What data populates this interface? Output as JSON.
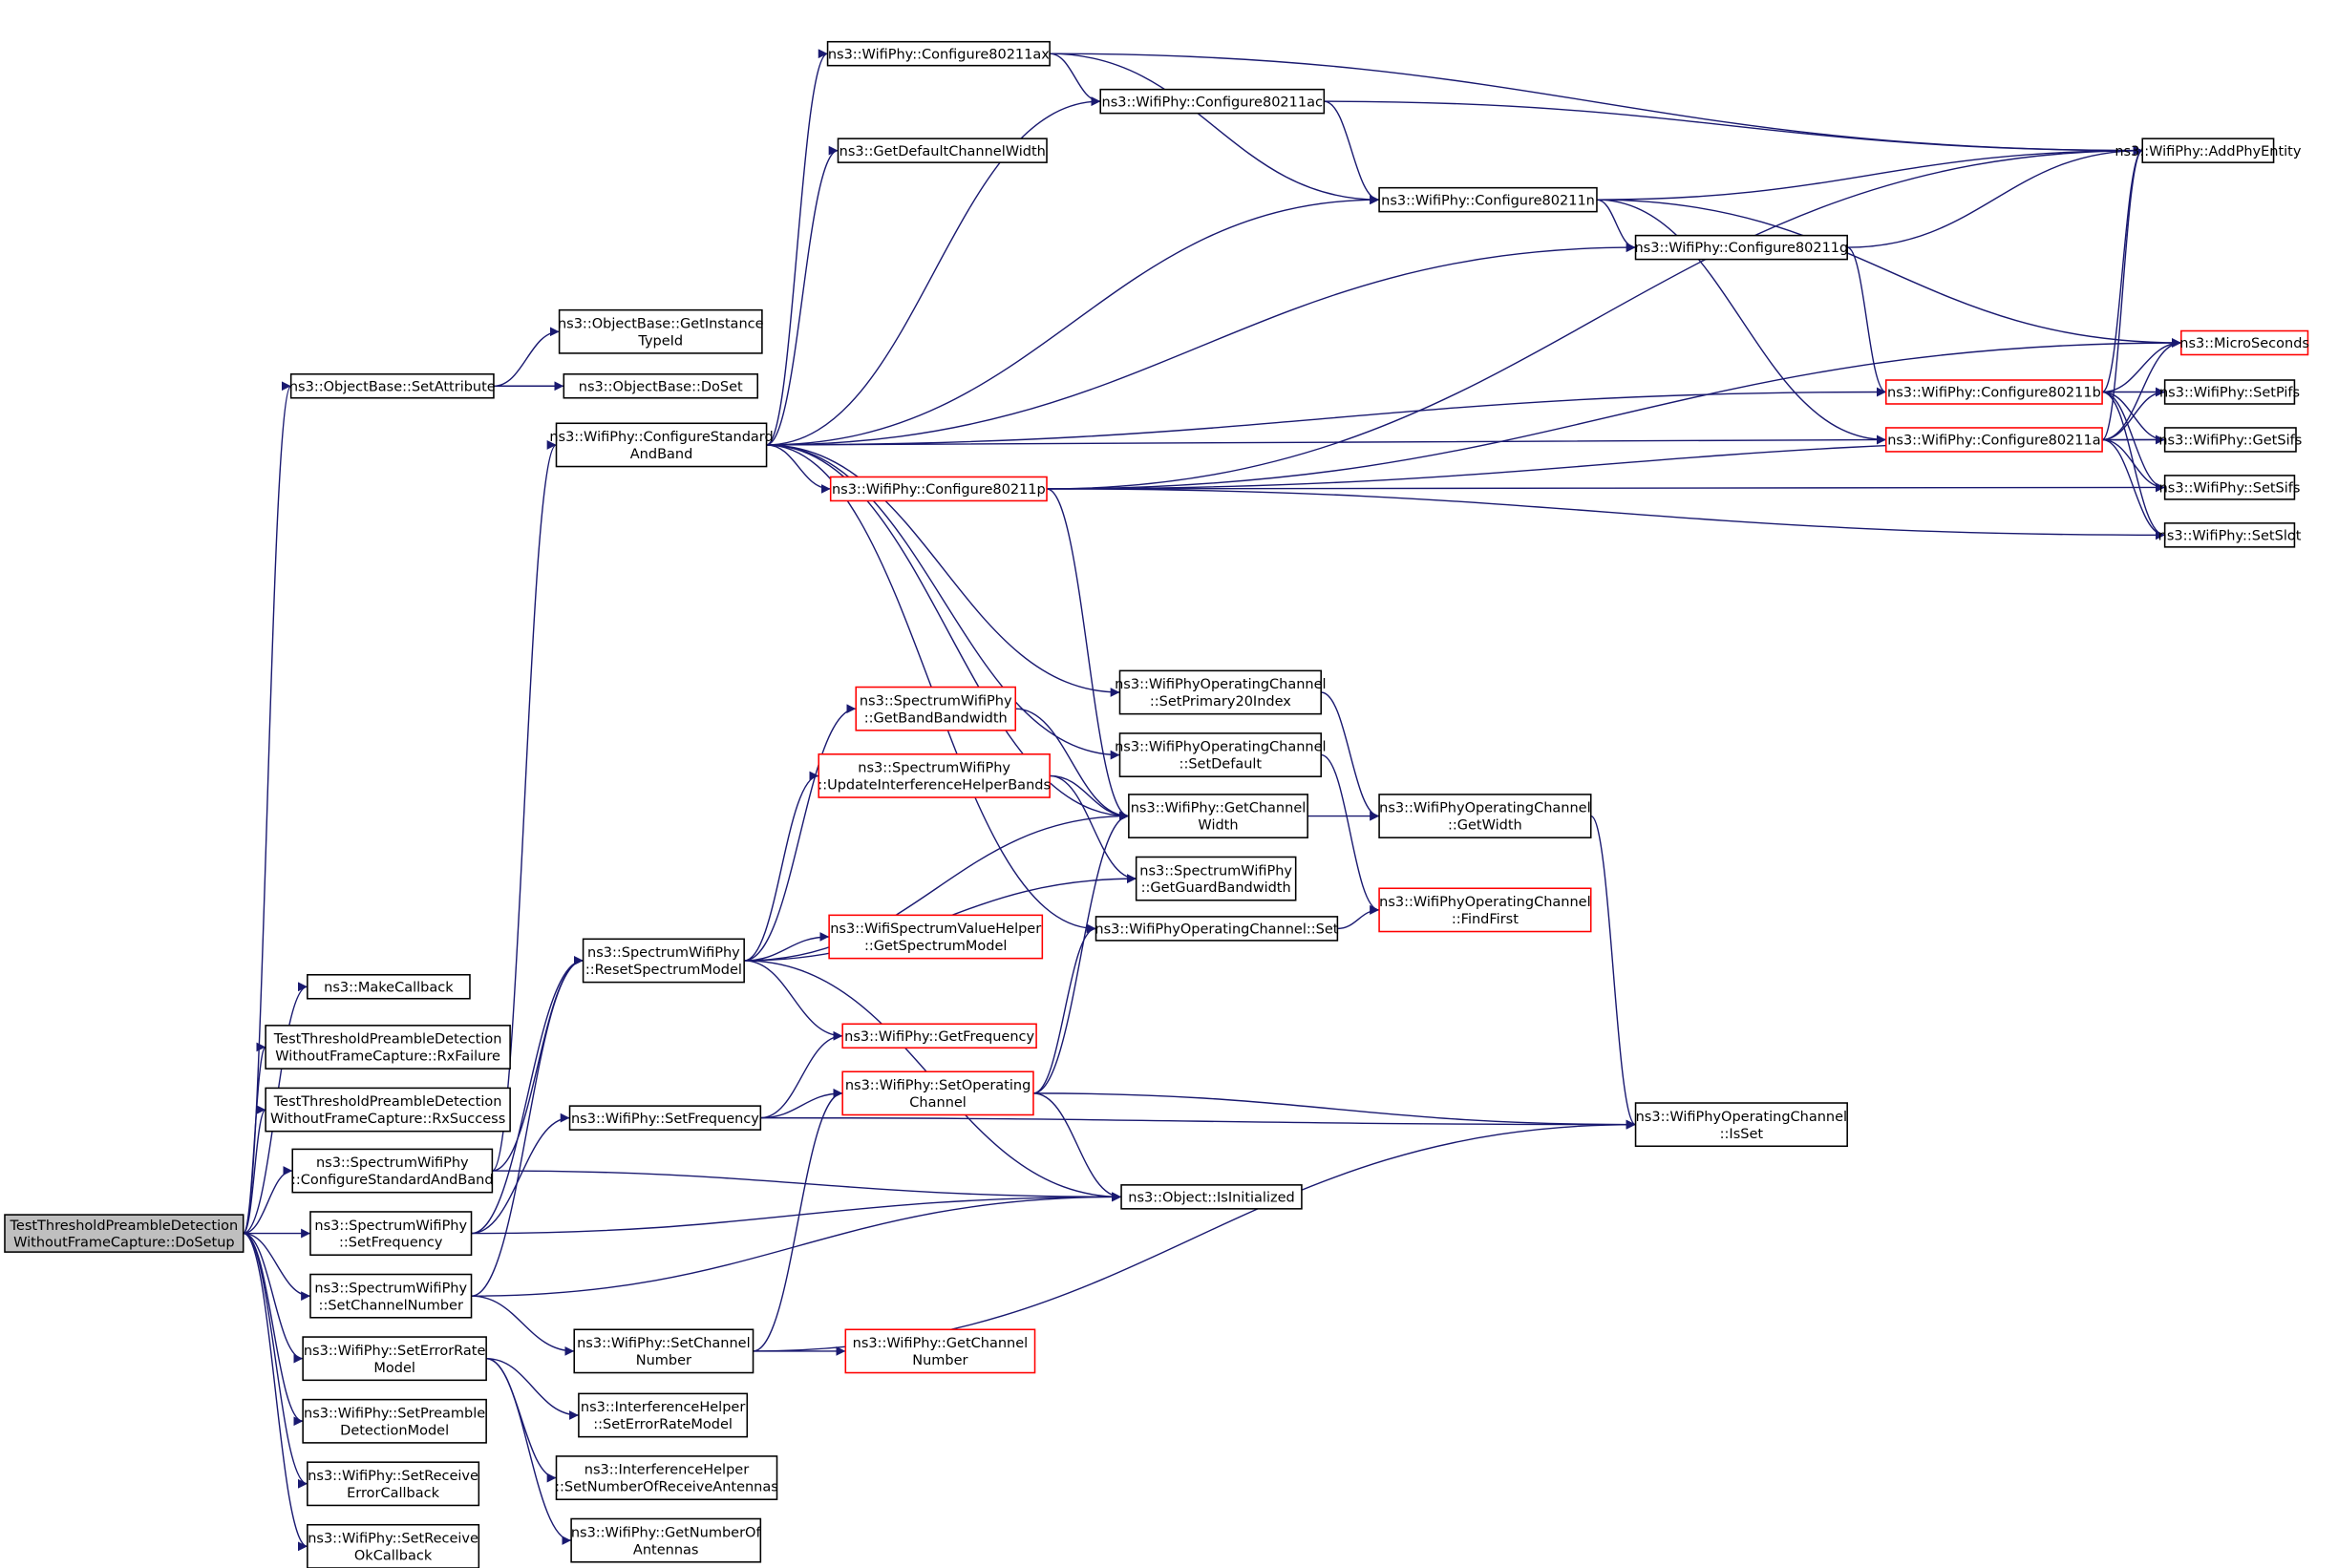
{
  "graph": {
    "edge_color": "#191970",
    "root_fill": "#bfbfbf",
    "red_border_color": "#ff0000",
    "nodes": {
      "dosetup": {
        "lines": [
          "TestThresholdPreambleDetection",
          "WithoutFrameCapture::DoSetup"
        ],
        "style": "root"
      },
      "setattribute": {
        "lines": [
          "ns3::ObjectBase::SetAttribute"
        ]
      },
      "getinstancetypeid": {
        "lines": [
          "ns3::ObjectBase::GetInstance",
          "TypeId"
        ]
      },
      "doset": {
        "lines": [
          "ns3::ObjectBase::DoSet"
        ]
      },
      "wp_configstdband": {
        "lines": [
          "ns3::WifiPhy::ConfigureStandard",
          "AndBand"
        ]
      },
      "cfg_ax": {
        "lines": [
          "ns3::WifiPhy::Configure80211ax"
        ]
      },
      "cfg_ac": {
        "lines": [
          "ns3::WifiPhy::Configure80211ac"
        ]
      },
      "getdefaultchannelwidth": {
        "lines": [
          "ns3::GetDefaultChannelWidth"
        ]
      },
      "cfg_n": {
        "lines": [
          "ns3::WifiPhy::Configure80211n"
        ]
      },
      "cfg_g": {
        "lines": [
          "ns3::WifiPhy::Configure80211g"
        ]
      },
      "addphyentity": {
        "lines": [
          "ns3::WifiPhy::AddPhyEntity"
        ]
      },
      "microseconds": {
        "lines": [
          "ns3::MicroSeconds"
        ],
        "style": "red"
      },
      "cfg_b": {
        "lines": [
          "ns3::WifiPhy::Configure80211b"
        ],
        "style": "red"
      },
      "setpifs": {
        "lines": [
          "ns3::WifiPhy::SetPifs"
        ]
      },
      "cfg_a": {
        "lines": [
          "ns3::WifiPhy::Configure80211a"
        ],
        "style": "red"
      },
      "getsifs": {
        "lines": [
          "ns3::WifiPhy::GetSifs"
        ]
      },
      "setsifs": {
        "lines": [
          "ns3::WifiPhy::SetSifs"
        ]
      },
      "setslot": {
        "lines": [
          "ns3::WifiPhy::SetSlot"
        ]
      },
      "cfg_p": {
        "lines": [
          "ns3::WifiPhy::Configure80211p"
        ],
        "style": "red"
      },
      "setprimary20": {
        "lines": [
          "ns3::WifiPhyOperatingChannel",
          "::SetPrimary20Index"
        ]
      },
      "setdefault": {
        "lines": [
          "ns3::WifiPhyOperatingChannel",
          "::SetDefault"
        ]
      },
      "getbandbandwidth": {
        "lines": [
          "ns3::SpectrumWifiPhy",
          "::GetBandBandwidth"
        ],
        "style": "red"
      },
      "updateihbands": {
        "lines": [
          "ns3::SpectrumWifiPhy",
          "::UpdateInterferenceHelperBands"
        ],
        "style": "red"
      },
      "getchannelwidth": {
        "lines": [
          "ns3::WifiPhy::GetChannel",
          "Width"
        ]
      },
      "opch_getwidth": {
        "lines": [
          "ns3::WifiPhyOperatingChannel",
          "::GetWidth"
        ]
      },
      "getguardbandwidth": {
        "lines": [
          "ns3::SpectrumWifiPhy",
          "::GetGuardBandwidth"
        ]
      },
      "findfirst": {
        "lines": [
          "ns3::WifiPhyOperatingChannel",
          "::FindFirst"
        ],
        "style": "red"
      },
      "opch_set": {
        "lines": [
          "ns3::WifiPhyOperatingChannel::Set"
        ]
      },
      "getspectrummodel": {
        "lines": [
          "ns3::WifiSpectrumValueHelper",
          "::GetSpectrumModel"
        ],
        "style": "red"
      },
      "resetspectrummodel": {
        "lines": [
          "ns3::SpectrumWifiPhy",
          "::ResetSpectrumModel"
        ]
      },
      "getfrequency": {
        "lines": [
          "ns3::WifiPhy::GetFrequency"
        ],
        "style": "red"
      },
      "setoperatingchannel": {
        "lines": [
          "ns3::WifiPhy::SetOperating",
          "Channel"
        ],
        "style": "red"
      },
      "wp_setfrequency": {
        "lines": [
          "ns3::WifiPhy::SetFrequency"
        ]
      },
      "opch_isset": {
        "lines": [
          "ns3::WifiPhyOperatingChannel",
          "::IsSet"
        ]
      },
      "makecallback": {
        "lines": [
          "ns3::MakeCallback"
        ]
      },
      "rxfailure": {
        "lines": [
          "TestThresholdPreambleDetection",
          "WithoutFrameCapture::RxFailure"
        ]
      },
      "rxsuccess": {
        "lines": [
          "TestThresholdPreambleDetection",
          "WithoutFrameCapture::RxSuccess"
        ]
      },
      "swp_configstdband": {
        "lines": [
          "ns3::SpectrumWifiPhy",
          "::ConfigureStandardAndBand"
        ]
      },
      "isinitialized": {
        "lines": [
          "ns3::Object::IsInitialized"
        ]
      },
      "swp_setfrequency": {
        "lines": [
          "ns3::SpectrumWifiPhy",
          "::SetFrequency"
        ]
      },
      "swp_setchannelnumber": {
        "lines": [
          "ns3::SpectrumWifiPhy",
          "::SetChannelNumber"
        ]
      },
      "wp_setchannelnumber": {
        "lines": [
          "ns3::WifiPhy::SetChannel",
          "Number"
        ]
      },
      "getchannelnumber": {
        "lines": [
          "ns3::WifiPhy::GetChannel",
          "Number"
        ],
        "style": "red"
      },
      "seterrorratemodel": {
        "lines": [
          "ns3::WifiPhy::SetErrorRate",
          "Model"
        ]
      },
      "setpreambledetection": {
        "lines": [
          "ns3::WifiPhy::SetPreamble",
          "DetectionModel"
        ]
      },
      "ih_seterrorratemodel": {
        "lines": [
          "ns3::InterferenceHelper",
          "::SetErrorRateModel"
        ]
      },
      "ih_setnumrxantennas": {
        "lines": [
          "ns3::InterferenceHelper",
          "::SetNumberOfReceiveAntennas"
        ]
      },
      "setreceiveerrorcb": {
        "lines": [
          "ns3::WifiPhy::SetReceive",
          "ErrorCallback"
        ]
      },
      "getnumberofantennas": {
        "lines": [
          "ns3::WifiPhy::GetNumberOf",
          "Antennas"
        ]
      },
      "setreceiveokcb": {
        "lines": [
          "ns3::WifiPhy::SetReceive",
          "OkCallback"
        ]
      }
    },
    "edges": [
      [
        "dosetup",
        "setattribute"
      ],
      [
        "dosetup",
        "makecallback"
      ],
      [
        "dosetup",
        "rxfailure"
      ],
      [
        "dosetup",
        "rxsuccess"
      ],
      [
        "dosetup",
        "swp_configstdband"
      ],
      [
        "dosetup",
        "swp_setfrequency"
      ],
      [
        "dosetup",
        "swp_setchannelnumber"
      ],
      [
        "dosetup",
        "seterrorratemodel"
      ],
      [
        "dosetup",
        "setpreambledetection"
      ],
      [
        "dosetup",
        "setreceiveerrorcb"
      ],
      [
        "dosetup",
        "setreceiveokcb"
      ],
      [
        "setattribute",
        "getinstancetypeid"
      ],
      [
        "setattribute",
        "doset"
      ],
      [
        "wp_configstdband",
        "cfg_ax"
      ],
      [
        "wp_configstdband",
        "cfg_ac"
      ],
      [
        "wp_configstdband",
        "getdefaultchannelwidth"
      ],
      [
        "wp_configstdband",
        "cfg_n"
      ],
      [
        "wp_configstdband",
        "cfg_g"
      ],
      [
        "wp_configstdband",
        "cfg_b"
      ],
      [
        "wp_configstdband",
        "cfg_a"
      ],
      [
        "wp_configstdband",
        "cfg_p"
      ],
      [
        "wp_configstdband",
        "setprimary20"
      ],
      [
        "wp_configstdband",
        "setdefault"
      ],
      [
        "wp_configstdband",
        "getchannelwidth"
      ],
      [
        "wp_configstdband",
        "opch_set"
      ],
      [
        "cfg_ax",
        "cfg_ac"
      ],
      [
        "cfg_ax",
        "cfg_n"
      ],
      [
        "cfg_ax",
        "addphyentity"
      ],
      [
        "cfg_ac",
        "cfg_n"
      ],
      [
        "cfg_ac",
        "addphyentity"
      ],
      [
        "cfg_n",
        "cfg_g"
      ],
      [
        "cfg_n",
        "addphyentity"
      ],
      [
        "cfg_n",
        "microseconds"
      ],
      [
        "cfg_n",
        "cfg_a"
      ],
      [
        "cfg_g",
        "cfg_b"
      ],
      [
        "cfg_g",
        "addphyentity"
      ],
      [
        "cfg_b",
        "addphyentity"
      ],
      [
        "cfg_b",
        "microseconds"
      ],
      [
        "cfg_b",
        "setpifs"
      ],
      [
        "cfg_b",
        "getsifs"
      ],
      [
        "cfg_b",
        "setsifs"
      ],
      [
        "cfg_b",
        "setslot"
      ],
      [
        "cfg_a",
        "addphyentity"
      ],
      [
        "cfg_a",
        "microseconds"
      ],
      [
        "cfg_a",
        "setpifs"
      ],
      [
        "cfg_a",
        "getsifs"
      ],
      [
        "cfg_a",
        "setsifs"
      ],
      [
        "cfg_a",
        "setslot"
      ],
      [
        "cfg_p",
        "addphyentity"
      ],
      [
        "cfg_p",
        "microseconds"
      ],
      [
        "cfg_p",
        "getsifs"
      ],
      [
        "cfg_p",
        "setsifs"
      ],
      [
        "cfg_p",
        "setslot"
      ],
      [
        "cfg_p",
        "getchannelwidth"
      ],
      [
        "setprimary20",
        "opch_getwidth"
      ],
      [
        "setdefault",
        "findfirst"
      ],
      [
        "getbandbandwidth",
        "getchannelwidth"
      ],
      [
        "updateihbands",
        "getchannelwidth"
      ],
      [
        "updateihbands",
        "getguardbandwidth"
      ],
      [
        "getchannelwidth",
        "opch_getwidth"
      ],
      [
        "opch_getwidth",
        "opch_isset"
      ],
      [
        "opch_set",
        "findfirst"
      ],
      [
        "resetspectrummodel",
        "getbandbandwidth"
      ],
      [
        "resetspectrummodel",
        "updateihbands"
      ],
      [
        "resetspectrummodel",
        "getguardbandwidth"
      ],
      [
        "resetspectrummodel",
        "getspectrummodel"
      ],
      [
        "resetspectrummodel",
        "getfrequency"
      ],
      [
        "resetspectrummodel",
        "isinitialized"
      ],
      [
        "resetspectrummodel",
        "getchannelwidth"
      ],
      [
        "wp_setfrequency",
        "getfrequency"
      ],
      [
        "wp_setfrequency",
        "setoperatingchannel"
      ],
      [
        "wp_setfrequency",
        "opch_isset"
      ],
      [
        "setoperatingchannel",
        "getchannelwidth"
      ],
      [
        "setoperatingchannel",
        "opch_set"
      ],
      [
        "setoperatingchannel",
        "opch_isset"
      ],
      [
        "setoperatingchannel",
        "isinitialized"
      ],
      [
        "swp_configstdband",
        "wp_configstdband"
      ],
      [
        "swp_configstdband",
        "resetspectrummodel"
      ],
      [
        "swp_configstdband",
        "isinitialized"
      ],
      [
        "swp_setfrequency",
        "resetspectrummodel"
      ],
      [
        "swp_setfrequency",
        "wp_setfrequency"
      ],
      [
        "swp_setfrequency",
        "isinitialized"
      ],
      [
        "swp_setchannelnumber",
        "resetspectrummodel"
      ],
      [
        "swp_setchannelnumber",
        "wp_setchannelnumber"
      ],
      [
        "swp_setchannelnumber",
        "isinitialized"
      ],
      [
        "wp_setchannelnumber",
        "setoperatingchannel"
      ],
      [
        "wp_setchannelnumber",
        "getchannelnumber"
      ],
      [
        "wp_setchannelnumber",
        "opch_isset"
      ],
      [
        "seterrorratemodel",
        "ih_seterrorratemodel"
      ],
      [
        "seterrorratemodel",
        "ih_setnumrxantennas"
      ],
      [
        "seterrorratemodel",
        "getnumberofantennas"
      ]
    ]
  }
}
